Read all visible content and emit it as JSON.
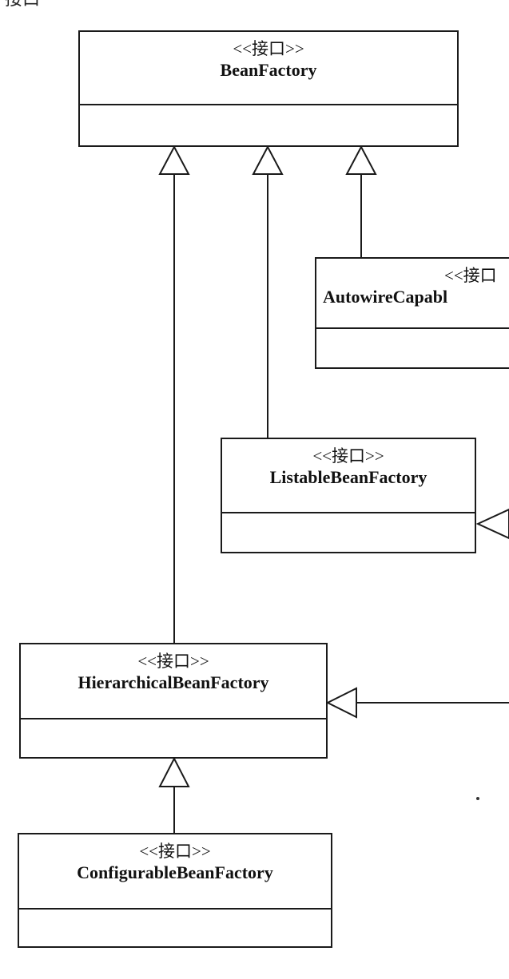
{
  "top_clipped_text": "接口",
  "boxes": {
    "bean_factory": {
      "stereotype": "<<接口>>",
      "name": "BeanFactory"
    },
    "autowire_capable": {
      "stereotype": "<<接口",
      "name": "AutowireCapabl"
    },
    "listable": {
      "stereotype": "<<接口>>",
      "name": "ListableBeanFactory"
    },
    "hierarchical": {
      "stereotype": "<<接口>>",
      "name": "HierarchicalBeanFactory"
    },
    "configurable": {
      "stereotype": "<<接口>>",
      "name": "ConfigurableBeanFactory"
    }
  },
  "colors": {
    "line": "#1a1a1a",
    "background": "#ffffff"
  }
}
